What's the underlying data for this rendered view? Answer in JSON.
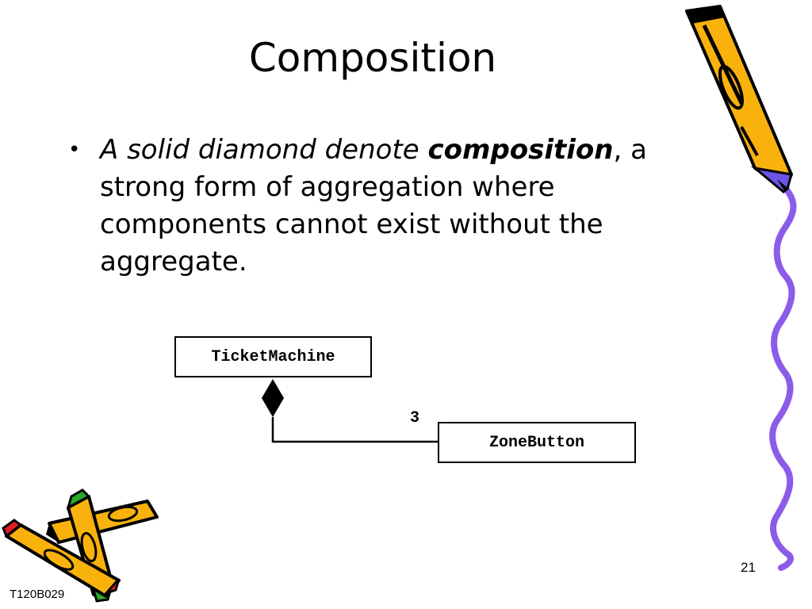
{
  "slide": {
    "title": "Composition",
    "bullet": {
      "lead": "A solid diamond denote ",
      "keyword": "composition",
      "rest": ", a strong form of aggregation where components cannot exist without the aggregate."
    },
    "page_number": "21",
    "footer_code": "T120B029"
  },
  "diagram": {
    "whole_class": "TicketMachine",
    "part_class": "ZoneButton",
    "multiplicity": "3",
    "relationship": "composition"
  },
  "decorations": {
    "icons": [
      "pencil-icon",
      "crayons-icon",
      "wavy-line"
    ],
    "colors": {
      "pencil_body": "#f9b20c",
      "pencil_tip": "#6b55e6",
      "wavy_line": "#8b5ce8",
      "crayon_red": "#e02020",
      "crayon_green": "#2aa82a"
    }
  }
}
